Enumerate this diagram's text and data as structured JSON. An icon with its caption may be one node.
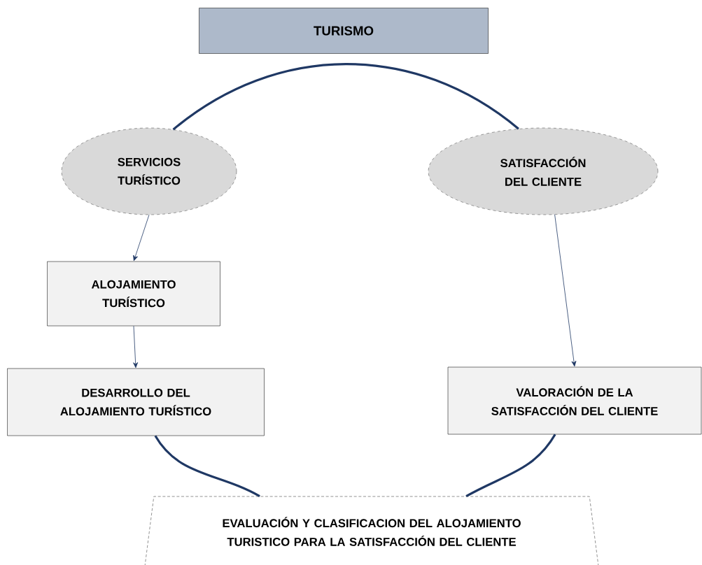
{
  "diagram": {
    "nodes": [
      {
        "text": [
          "TURISMO"
        ]
      },
      {
        "text": [
          "SERVICIOS TURÍSTICO"
        ]
      },
      {
        "text": [
          "SATISFACCIÓN DEL CLIENTE"
        ]
      },
      {
        "text": [
          "ALOJAMIENTO TURÍSTICO"
        ]
      },
      {
        "text": [
          "DESARROLLO DEL ALOJAMIENTO TURÍSTICO"
        ]
      },
      {
        "text": [
          "VALORACIÓN DE LA SATISFACCIÓN DEL CLIENTE"
        ]
      },
      {
        "text": [
          "EVALUACIÓN Y CLASIFICACION DEL ALOJAMIENTO TURISTICO PARA LA SATISFACCIÓN DEL CLIENTE"
        ]
      }
    ],
    "edges": [
      {
        "from": 1,
        "to": 2,
        "arrow": "none",
        "style": "thick"
      },
      {
        "from": 1,
        "to": 3,
        "arrow": "to"
      },
      {
        "from": 3,
        "to": 4,
        "arrow": "to"
      },
      {
        "from": 2,
        "to": 5,
        "arrow": "to"
      },
      {
        "from": 4,
        "to": 6,
        "arrow": "none",
        "style": "thick"
      },
      {
        "from": 5,
        "to": 6,
        "arrow": "none",
        "style": "thick"
      }
    ]
  }
}
